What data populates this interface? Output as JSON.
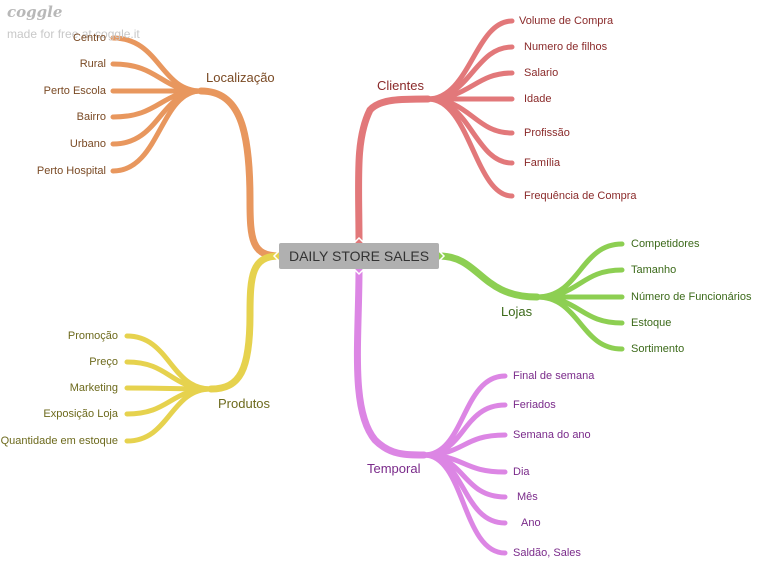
{
  "watermark": {
    "logo": "coggle",
    "subtitle": "made for free at coggle.it"
  },
  "colors": {
    "localizacao": "#e8975e",
    "clientes": "#e2787a",
    "lojas": "#8dcf52",
    "produtos": "#e6d24e",
    "temporal": "#dc86e4",
    "localizacao_text": "#7a4a24",
    "clientes_text": "#8a2a2a",
    "lojas_text": "#3c6a1a",
    "produtos_text": "#6d6a1d",
    "temporal_text": "#7a2a8a"
  },
  "center": {
    "label": "DAILY STORE SALES"
  },
  "branches": {
    "localizacao": {
      "label": "Localização",
      "items": [
        "Centro",
        "Rural",
        "Perto Escola",
        "Bairro",
        "Urbano",
        "Perto Hospital"
      ]
    },
    "clientes": {
      "label": "Clientes",
      "items": [
        "Volume de Compra",
        "Numero de filhos",
        "Salario",
        "Idade",
        "Profissão",
        "Família",
        "Frequência de Compra"
      ]
    },
    "lojas": {
      "label": "Lojas",
      "items": [
        "Competidores",
        "Tamanho",
        "Número de Funcionários",
        "Estoque",
        "Sortimento"
      ]
    },
    "produtos": {
      "label": "Produtos",
      "items": [
        "Promoção",
        "Preço",
        "Marketing",
        "Exposição Loja",
        "Quantidade em estoque"
      ]
    },
    "temporal": {
      "label": "Temporal",
      "items": [
        "Final de semana",
        "Feriados",
        "Semana do ano",
        "Dia",
        "Mês",
        "Ano",
        "Saldão, Sales"
      ]
    }
  }
}
